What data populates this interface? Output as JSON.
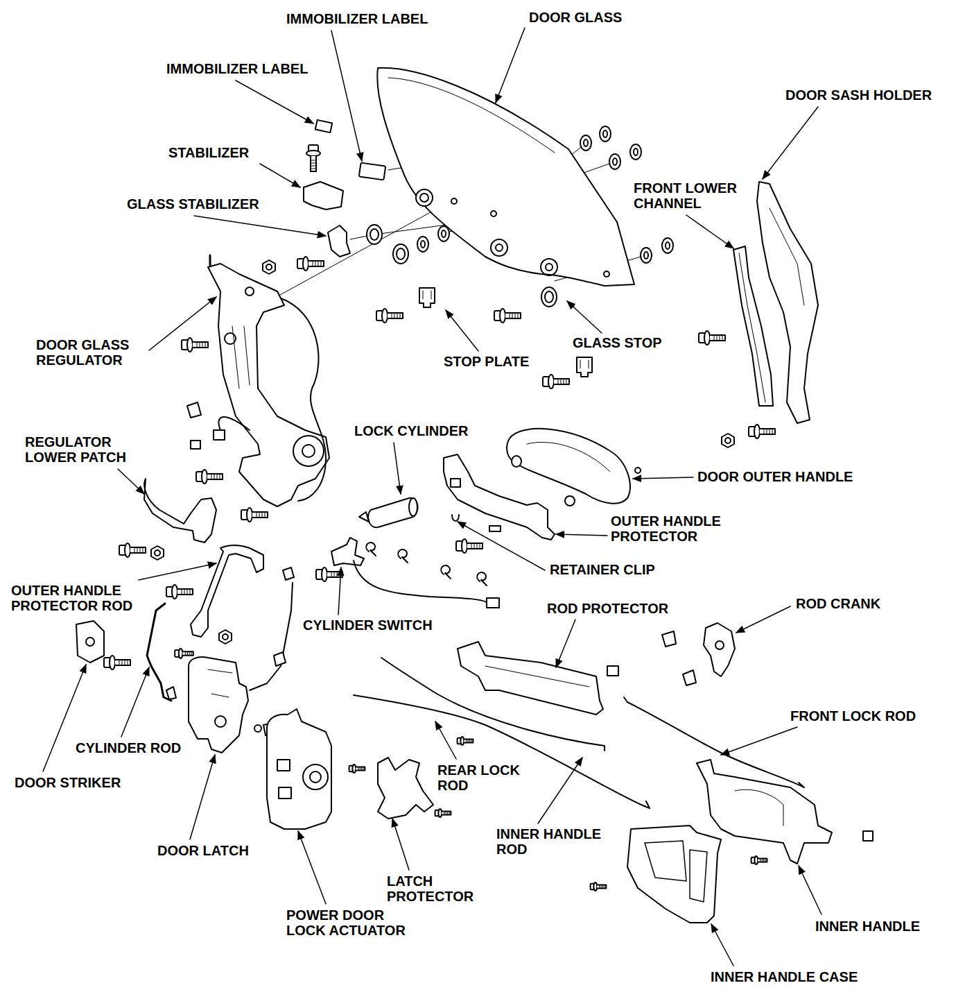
{
  "diagram": {
    "labels": [
      "IMMOBILIZER LABEL",
      "DOOR GLASS",
      "IMMOBILIZER LABEL",
      "DOOR SASH HOLDER",
      "STABILIZER",
      "FRONT LOWER CHANNEL",
      "GLASS STABILIZER",
      "DOOR GLASS REGULATOR",
      "STOP PLATE",
      "GLASS STOP",
      "LOCK CYLINDER",
      "REGULATOR LOWER PATCH",
      "DOOR OUTER HANDLE",
      "OUTER HANDLE PROTECTOR",
      "RETAINER CLIP",
      "OUTER HANDLE PROTECTOR ROD",
      "CYLINDER SWITCH",
      "ROD PROTECTOR",
      "ROD CRANK",
      "FRONT LOCK ROD",
      "CYLINDER ROD",
      "DOOR STRIKER",
      "REAR LOCK ROD",
      "INNER HANDLE ROD",
      "DOOR LATCH",
      "LATCH PROTECTOR",
      "INNER HANDLE",
      "POWER DOOR LOCK ACTUATOR",
      "INNER HANDLE CASE"
    ]
  }
}
